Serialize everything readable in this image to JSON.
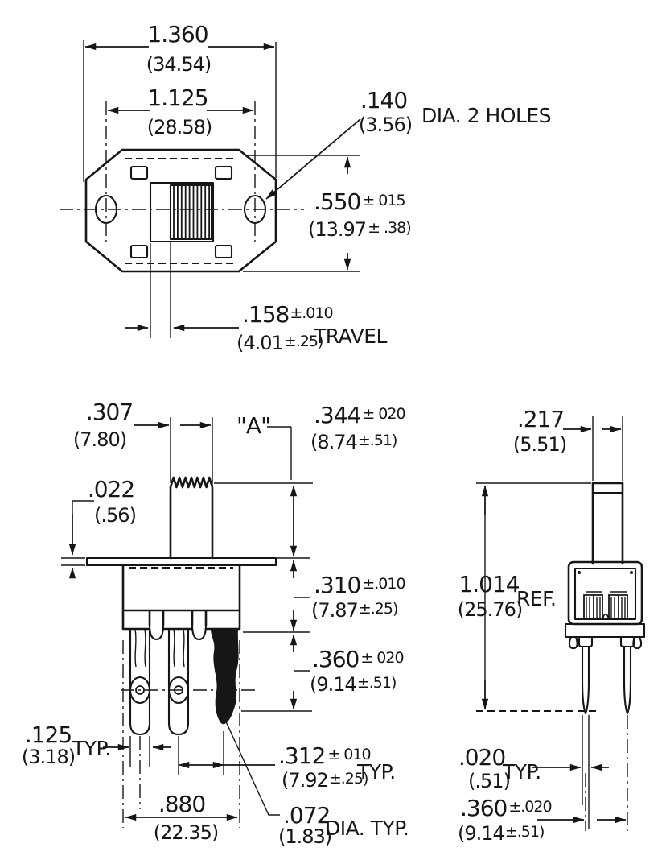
{
  "title": "Slide switch dimensional drawing",
  "colors": {
    "paper": "#ffffff",
    "ink": "#161616"
  },
  "top_view": {
    "overall_width": {
      "l1": "1.360",
      "l2": "(34.54)"
    },
    "hole_spacing": {
      "l1": "1.125",
      "l2": "(28.58)"
    },
    "hole_diameter": {
      "l1": ".140",
      "l2": "(3.56)",
      "note": "DIA. 2 HOLES"
    },
    "body_height": {
      "l1v": ".550",
      "l1t": "± 015",
      "l2v": "(13.97",
      "l2t": "± .38)"
    },
    "travel": {
      "l1v": ".158",
      "l1t": "±.010",
      "l2v": "(4.01",
      "l2t": "±.25)",
      "note": "TRAVEL"
    }
  },
  "front_view": {
    "actuator_width": {
      "l1": ".307",
      "l2": "(7.80)"
    },
    "height_ref_label": "\"A\"",
    "actuator_height": {
      "l1v": ".344",
      "l1t": "± 020",
      "l2v": "(8.74",
      "l2t": "±.51)"
    },
    "plate_thickness": {
      "l1": ".022",
      "l2": "(.56)"
    },
    "body_height": {
      "l1v": ".310",
      "l1t": "±.010",
      "l2v": "(7.87",
      "l2t": "±.25)"
    },
    "terminal_length": {
      "l1v": ".360",
      "l1t": "± 020",
      "l2v": "(9.14",
      "l2t": "±.51)"
    },
    "terminal_width": {
      "l1": ".125",
      "l2": "(3.18)",
      "note": "TYP."
    },
    "terminal_spacing": {
      "l1v": ".312",
      "l1t": "± 010",
      "l2v": "(7.92",
      "l2t": "±.25)",
      "note": "TYP."
    },
    "body_width": {
      "l1": ".880",
      "l2": "(22.35)"
    },
    "terminal_hole_diameter": {
      "l1": ".072",
      "l2": "(1.83)",
      "note": "DIA. TYP."
    }
  },
  "side_view": {
    "actuator_depth": {
      "l1": ".217",
      "l2": "(5.51)"
    },
    "overall_height": {
      "l1": "1.014",
      "l2": "(25.76)",
      "note": "REF."
    },
    "pin_thickness": {
      "l1": ".020",
      "l2": "(.51)",
      "note": "TYP."
    },
    "pin_spacing": {
      "l1v": ".360",
      "l1t": "±.020",
      "l2v": "(9.14",
      "l2t": "±.51)"
    }
  }
}
